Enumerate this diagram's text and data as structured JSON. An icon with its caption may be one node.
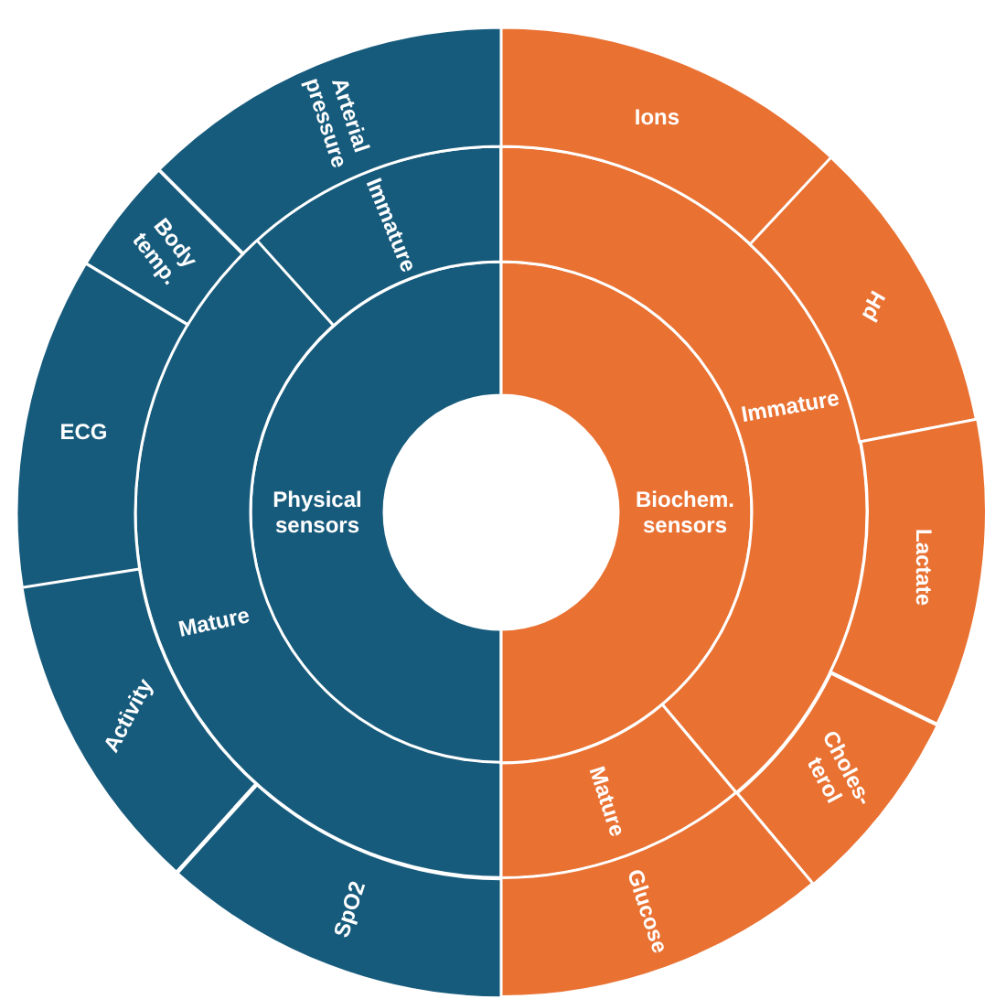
{
  "diagram": {
    "nodes": [
      {
        "text": [
          "Physical sensors"
        ]
      },
      {
        "text": [
          "Immature"
        ]
      },
      {
        "text": [
          "Mature"
        ]
      },
      {
        "text": [
          "Arterial pressure"
        ]
      },
      {
        "text": [
          "Body temp."
        ]
      },
      {
        "text": [
          "ECG"
        ]
      },
      {
        "text": [
          "Activity"
        ]
      },
      {
        "text": [
          "SpO2"
        ]
      },
      {
        "text": [
          "Biochem. sensors"
        ]
      },
      {
        "text": [
          "Immature"
        ]
      },
      {
        "text": [
          "Mature"
        ]
      },
      {
        "text": [
          "Ions"
        ]
      },
      {
        "text": [
          "pH"
        ]
      },
      {
        "text": [
          "Lactate"
        ]
      },
      {
        "text": [
          "Choles- terol"
        ]
      },
      {
        "text": [
          "Glucose"
        ]
      }
    ]
  }
}
